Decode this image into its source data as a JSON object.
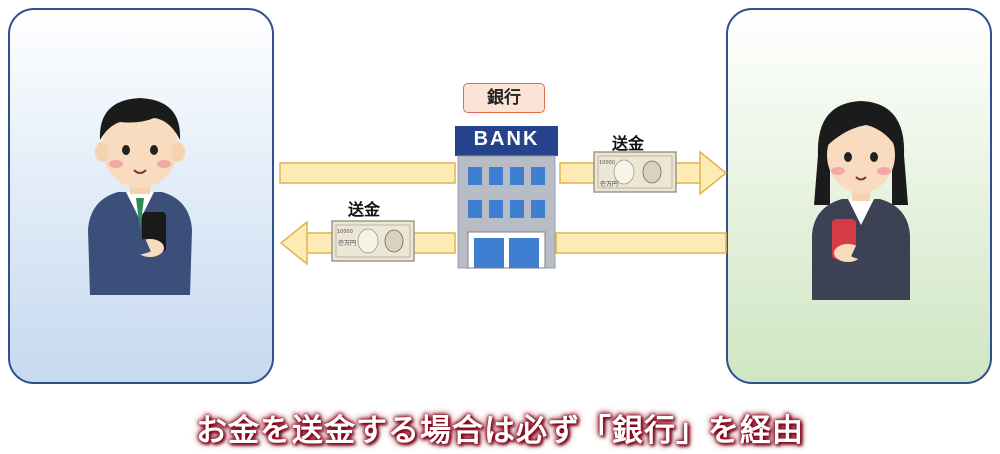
{
  "bank": {
    "label": "銀行",
    "sign": "BANK"
  },
  "transfers": {
    "top_label": "送金",
    "bottom_label": "送金"
  },
  "banknote": {
    "denomination": "10000",
    "text": "壱万円"
  },
  "caption": "お金を送金する場合は必ず「銀行」を経由"
}
